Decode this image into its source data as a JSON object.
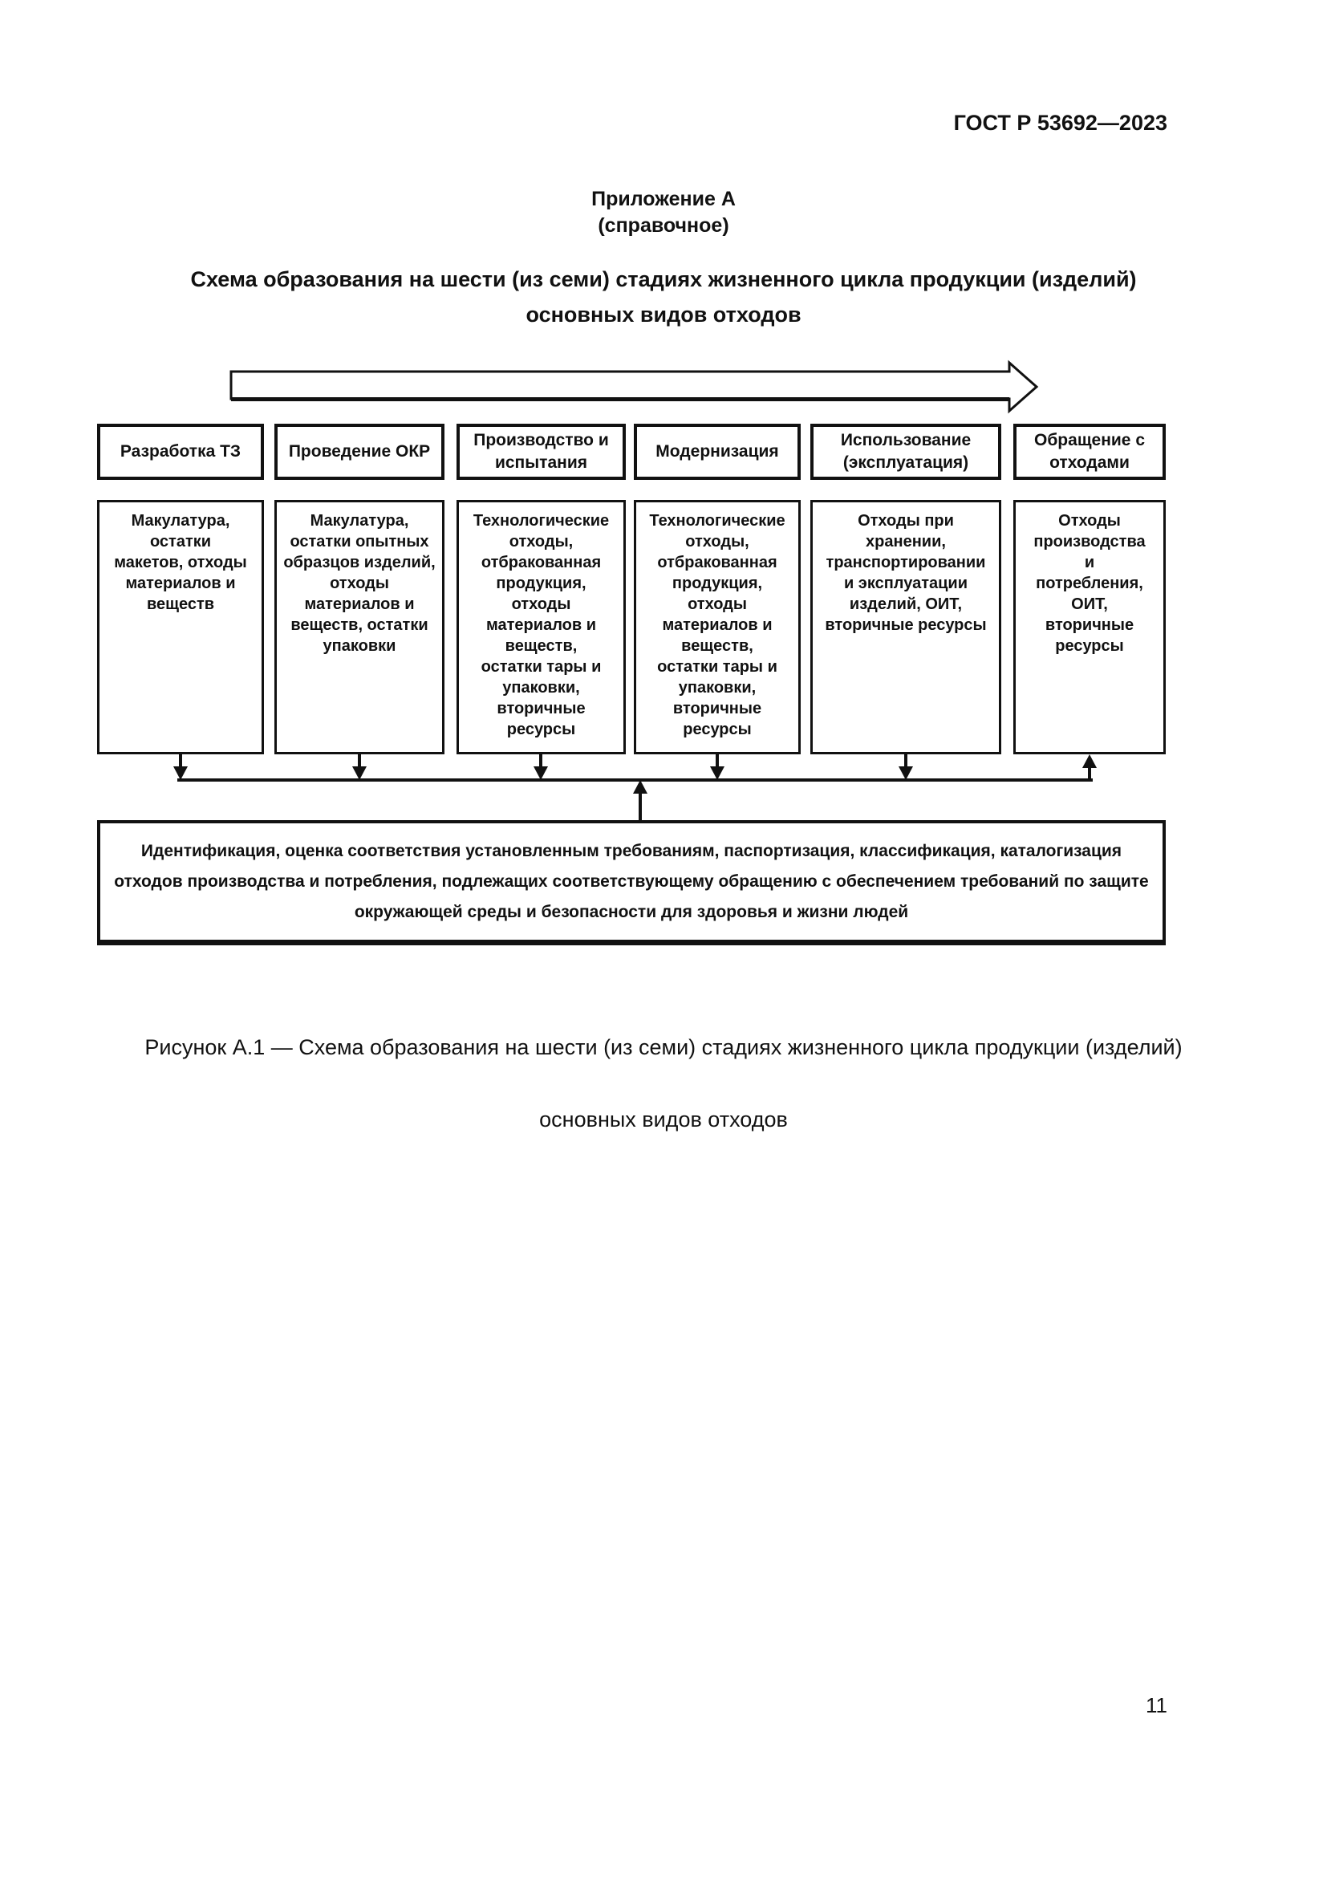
{
  "doc": {
    "code": "ГОСТ Р 53692—2023",
    "page_number": "11"
  },
  "appendix": {
    "name": "Приложение А",
    "kind": "(справочное)"
  },
  "heading": {
    "line1": "Схема образования на шести (из семи) стадиях жизненного цикла продукции (изделий)",
    "line2": "основных видов отходов"
  },
  "diagram": {
    "flow_direction": "left-to-right lifecycle arrow",
    "stages": [
      {
        "title": "Разработка ТЗ",
        "wastes": "Макулатура,\nостатки\nмакетов, отходы\nматериалов и\nвеществ"
      },
      {
        "title": "Проведение ОКР",
        "wastes": "Макулатура,\nостатки опытных\nобразцов изделий,\nотходы\nматериалов и\nвеществ, остатки\nупаковки"
      },
      {
        "title": "Производство и\nиспытания",
        "wastes": "Технологические\nотходы,\nотбракованная\nпродукция,\nотходы\nматериалов и\nвеществ,\nостатки тары и\nупаковки,\nвторичные\nресурсы"
      },
      {
        "title": "Модернизация",
        "wastes": "Технологические\nотходы,\nотбракованная\nпродукция,\nотходы\nматериалов и\nвеществ,\nостатки тары и\nупаковки,\nвторичные\nресурсы"
      },
      {
        "title": "Использование\n(эксплуатация)",
        "wastes": "Отходы при\nхранении,\nтранспортировании\nи эксплуатации\nизделий, ОИТ,\nвторичные ресурсы"
      },
      {
        "title": "Обращение с\nотходами",
        "wastes": "Отходы\nпроизводства\nи\nпотребления,\nОИТ,\nвторичные\nресурсы"
      }
    ],
    "summary": "Идентификация, оценка соответствия установленным требованиям, паспортизация, классификация, каталогизация\nотходов производства и потребления, подлежащих соответствующему обращению с обеспечением требований по защите\nокружающей среды и безопасности для здоровья и жизни людей"
  },
  "figure_caption": {
    "line1": "Рисунок А.1 — Схема образования на шести (из семи) стадиях жизненного цикла продукции (изделий)",
    "line2": "основных видов отходов"
  },
  "colors": {
    "ink": "#111111",
    "paper": "#ffffff"
  }
}
